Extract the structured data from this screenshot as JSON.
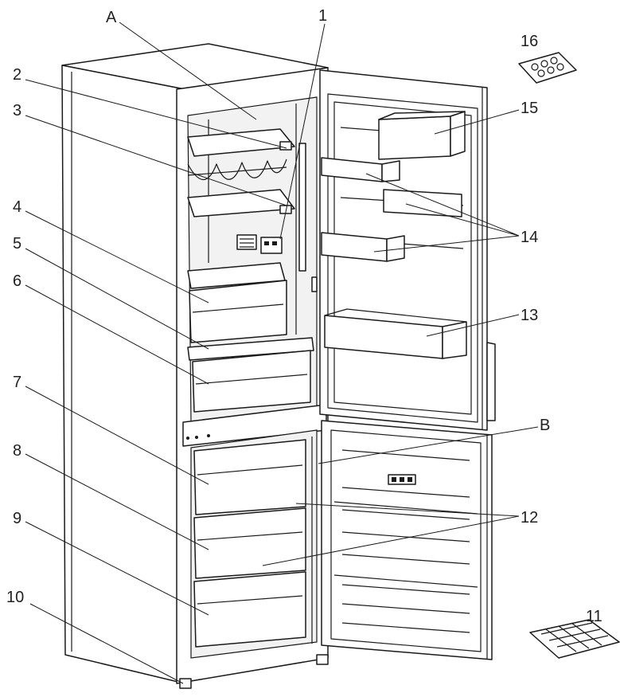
{
  "callouts": [
    {
      "id": "A",
      "text": "A"
    },
    {
      "id": "1",
      "text": "1"
    },
    {
      "id": "2",
      "text": "2"
    },
    {
      "id": "3",
      "text": "3"
    },
    {
      "id": "4",
      "text": "4"
    },
    {
      "id": "5",
      "text": "5"
    },
    {
      "id": "6",
      "text": "6"
    },
    {
      "id": "7",
      "text": "7"
    },
    {
      "id": "8",
      "text": "8"
    },
    {
      "id": "9",
      "text": "9"
    },
    {
      "id": "10",
      "text": "10"
    },
    {
      "id": "11",
      "text": "11"
    },
    {
      "id": "12",
      "text": "12"
    },
    {
      "id": "13",
      "text": "13"
    },
    {
      "id": "14",
      "text": "14"
    },
    {
      "id": "15",
      "text": "15"
    },
    {
      "id": "16",
      "text": "16"
    },
    {
      "id": "B",
      "text": "B"
    }
  ]
}
